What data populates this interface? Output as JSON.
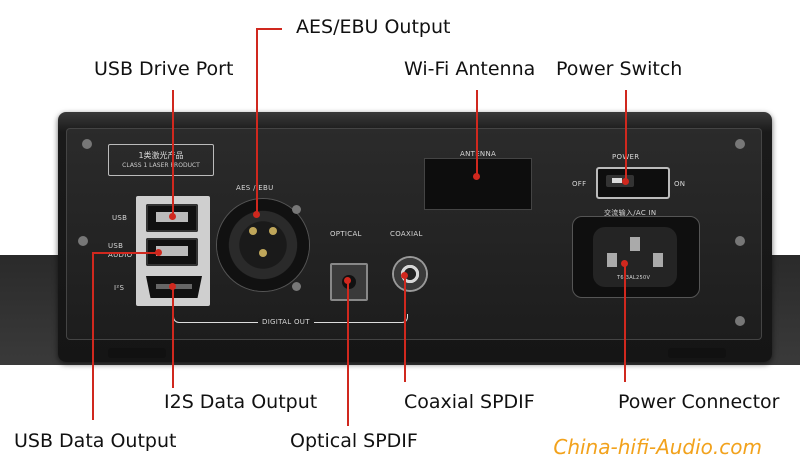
{
  "callouts": {
    "aes_ebu_output": "AES/EBU Output",
    "usb_drive_port": "USB Drive Port",
    "wifi_antenna": "Wi-Fi Antenna",
    "power_switch": "Power Switch",
    "i2s_data_output": "I2S Data Output",
    "coaxial_spdif": "Coaxial SPDIF",
    "power_connector": "Power Connector",
    "usb_data_output": "USB Data Output",
    "optical_spdif": "Optical SPDIF"
  },
  "panel": {
    "laser_badge_line1": "1类激光产品",
    "laser_badge_line2": "CLASS 1 LASER PRODUCT",
    "antenna": "ANTENNA",
    "power": "POWER",
    "off": "OFF",
    "on": "ON",
    "ac_in": "交流输入/AC IN",
    "aes_ebu": "AES / EBU",
    "optical": "OPTICAL",
    "coaxial": "COAXIAL",
    "digital_out": "DIGITAL OUT",
    "usb": "USB",
    "usb_audio": "USB\nAUDIO",
    "i2s": "I²S",
    "fuse_rating": "T6.3AL250V"
  },
  "watermark": "China-hifi-Audio.com",
  "colors": {
    "accent_line": "#d0281e",
    "watermark": "#f2a21c",
    "chassis": "#1c1c1c",
    "panel": "#222222"
  }
}
